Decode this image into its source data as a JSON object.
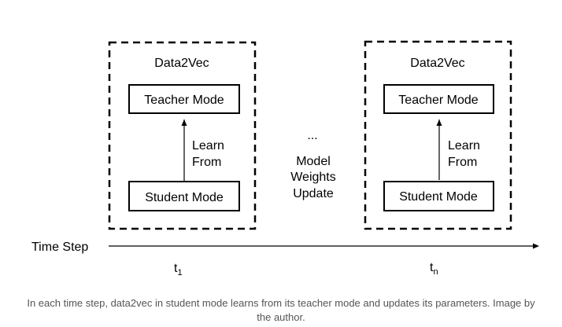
{
  "panels": [
    {
      "title": "Data2Vec",
      "teacher_label": "Teacher Mode",
      "student_label": "Student Mode",
      "arrow_label_line1": "Learn",
      "arrow_label_line2": "From"
    },
    {
      "title": "Data2Vec",
      "teacher_label": "Teacher Mode",
      "student_label": "Student Mode",
      "arrow_label_line1": "Learn",
      "arrow_label_line2": "From"
    }
  ],
  "middle": {
    "ellipsis": "...",
    "line1": "Model",
    "line2": "Weights",
    "line3": "Update"
  },
  "timeline": {
    "label": "Time Step",
    "tick_first": "t",
    "tick_first_sub": "1",
    "tick_last": "t",
    "tick_last_sub": "n"
  },
  "caption": {
    "line1": "In each time step, data2vec in student mode learns from its teacher mode and updates its parameters. Image by",
    "line2": "the author."
  },
  "colors": {
    "stroke": "#000000",
    "caption": "#555555"
  }
}
